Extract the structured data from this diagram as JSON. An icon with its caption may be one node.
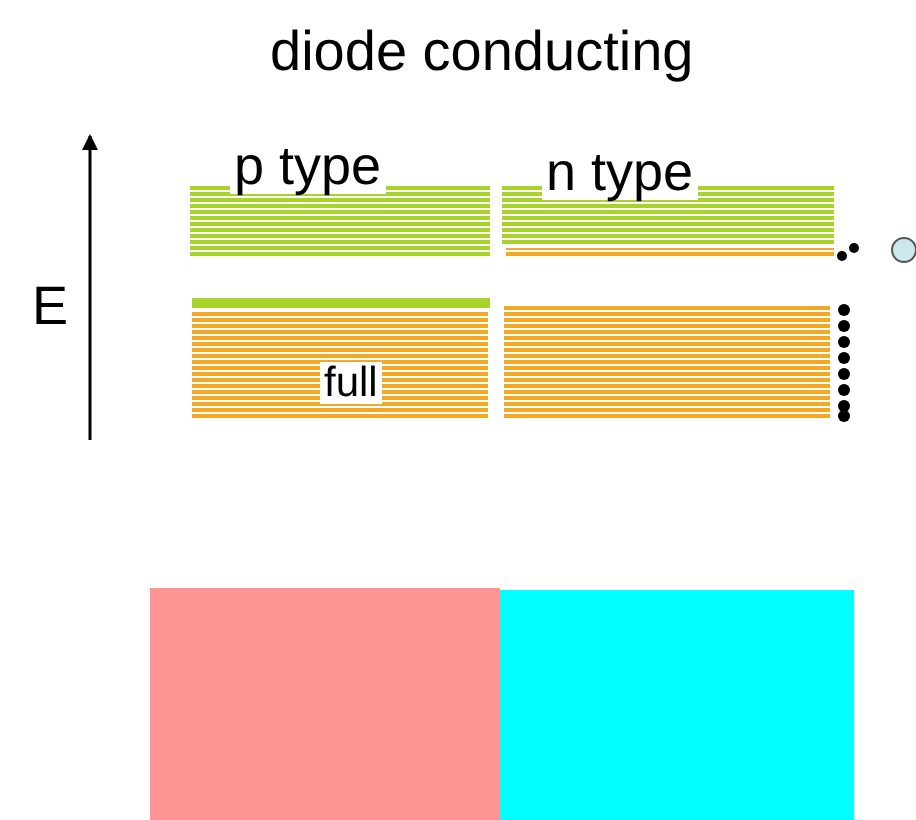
{
  "diagram": {
    "title": "diode conducting",
    "labels": [
      "p type",
      "n type",
      "E",
      "full"
    ]
  }
}
